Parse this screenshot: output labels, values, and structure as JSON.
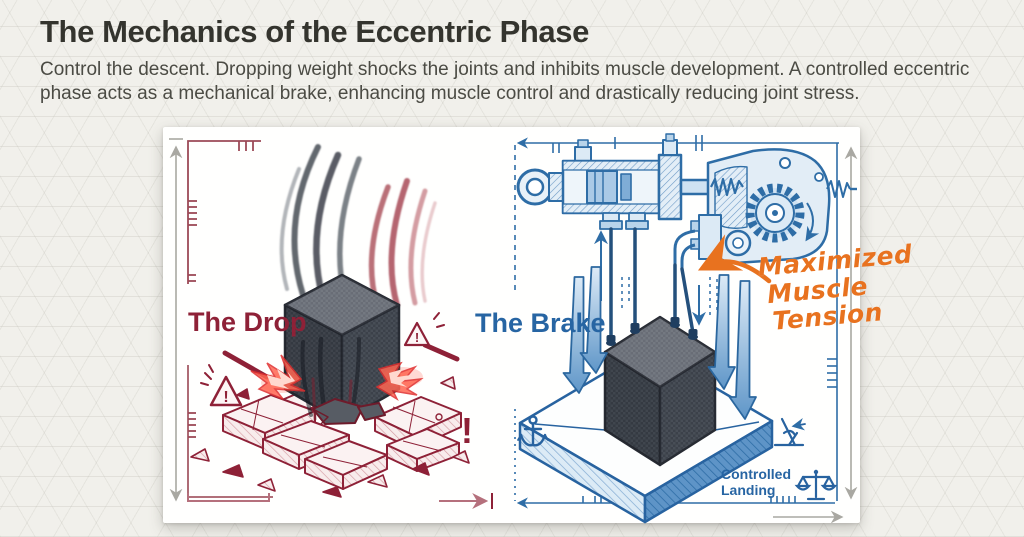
{
  "header": {
    "title": "The Mechanics of the Eccentric Phase",
    "subtitle": "Control the descent. Dropping weight shocks the joints and inhibits muscle development. A controlled eccentric phase acts as a mechanical brake, enhancing muscle control and drastically reducing joint stress."
  },
  "drop_panel": {
    "label": "The Drop",
    "warning_glyph": "!",
    "exclamation_glyph": "!"
  },
  "brake_panel": {
    "label": "The Brake",
    "landing_line1": "Controlled",
    "landing_line2": "Landing",
    "annotation_line1": "Maximized",
    "annotation_line2": "Muscle",
    "annotation_line3": "Tension"
  },
  "icons": {
    "drop_side": [
      "warning-triangle-icon",
      "exclamation-icon"
    ],
    "brake_side": [
      "anchor-icon",
      "angle-gauge-icon",
      "balance-scales-icon"
    ]
  },
  "colors": {
    "page_bg": "#F1F0EB",
    "card_bg": "#FFFFFF",
    "title": "#34342E",
    "subtitle": "#4B4B44",
    "maroon": "#8E2137",
    "impact_red": "#E5312E",
    "blueprint_blue": "#2E6DA6",
    "orange": "#E8721F",
    "cube_dark": "#40454E",
    "measure_gray": "#A9A8A2"
  }
}
